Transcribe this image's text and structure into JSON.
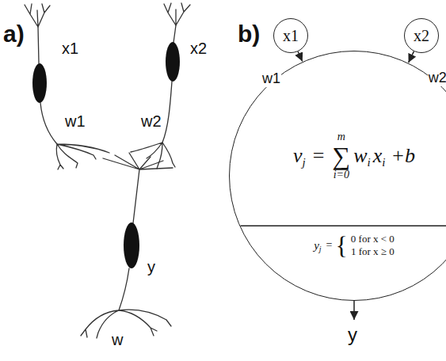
{
  "diagram": {
    "nodes": [
      {
        "text": [
          "x1"
        ]
      },
      {
        "text": [
          "x2"
        ]
      },
      {
        "text": [
          "v",
          "j",
          "=",
          "m",
          "∑",
          "i=0",
          "w",
          "i",
          "x",
          "i",
          "+b",
          "y",
          "j",
          "=",
          "{",
          "0 for x < 0",
          "1 for x ≥ 0"
        ]
      }
    ],
    "edges": [
      {
        "from": 0,
        "to": 2,
        "label": "w1",
        "arrow": "to"
      },
      {
        "from": 1,
        "to": 2,
        "label": "w2",
        "arrow": "to"
      }
    ],
    "labels": [
      "a)",
      "x1",
      "w1",
      "x2",
      "w2",
      "y",
      "w",
      "b)",
      "w",
      "y"
    ]
  }
}
